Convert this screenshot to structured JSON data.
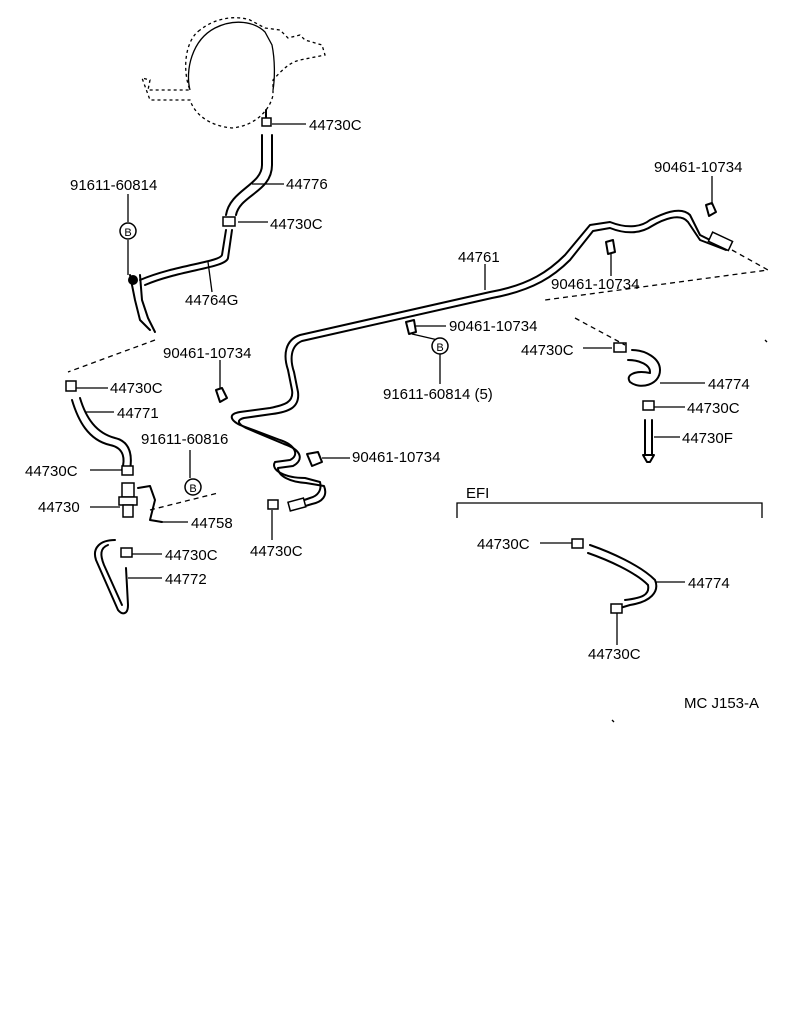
{
  "labels": {
    "p44730C_top": "44730C",
    "p44776": "44776",
    "p91611_60814_a": "91611-60814",
    "p44730C_2": "44730C",
    "p44764G": "44764G",
    "p90461_10734_top": "90461-10734",
    "p44761": "44761",
    "p90461_10734_b": "90461-10734",
    "p90461_10734_c": "90461-10734",
    "p44730C_right": "44730C",
    "p44774_a": "44774",
    "p44730C_r2": "44730C",
    "p44730F": "44730F",
    "p91611_60814_5": "91611-60814 (5)",
    "p90461_10734_left": "90461-10734",
    "p44730C_l1": "44730C",
    "p44771": "44771",
    "p91611_60816": "91611-60816",
    "p44730C_l2": "44730C",
    "p44730": "44730",
    "p44758": "44758",
    "p44730C_l3": "44730C",
    "p44772": "44772",
    "p90461_10734_mid": "90461-10734",
    "p44730C_mid": "44730C",
    "efi_title": "EFI",
    "p44730C_efi1": "44730C",
    "p44774_efi": "44774",
    "p44730C_efi2": "44730C",
    "b_marker": "B"
  },
  "footer": {
    "code": "MC J153-A"
  }
}
